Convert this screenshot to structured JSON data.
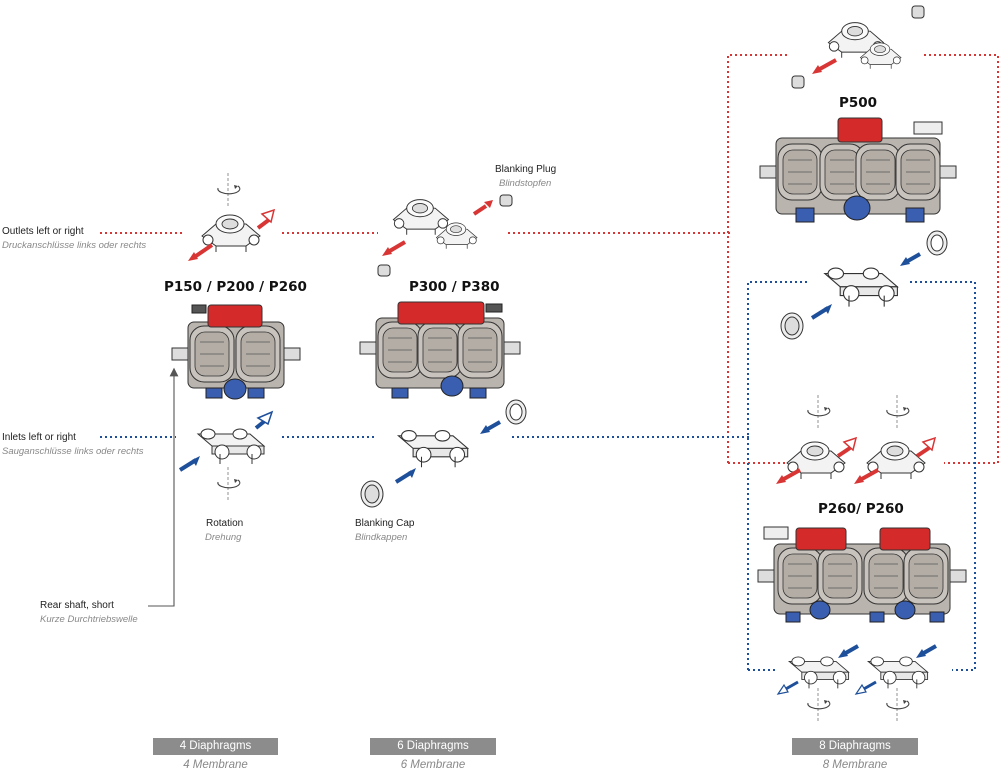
{
  "colors": {
    "outlet": "#d83535",
    "inlet": "#1e4f9a",
    "pump_red": "#d42a2a",
    "pump_blue": "#3a5fb0",
    "grey_body": "#c8c3bd",
    "badge": "#8c8c8c"
  },
  "icons": [
    "rotation-icon",
    "outlet-arrow-icon",
    "inlet-arrow-icon",
    "pump-illustration"
  ],
  "labels": {
    "outlets": {
      "en": "Outlets left or right",
      "de": "Druckanschlüsse links oder rechts"
    },
    "inlets": {
      "en": "Inlets left or right",
      "de": "Sauganschlüsse links oder rechts"
    },
    "rotation": {
      "en": "Rotation",
      "de": "Drehung"
    },
    "blanking_cap": {
      "en": "Blanking Cap",
      "de": "Blindkappen"
    },
    "blanking_plug": {
      "en": "Blanking Plug",
      "de": "Blindstopfen"
    },
    "rear_shaft": {
      "en": "Rear shaft, short",
      "de": "Kurze Durchtriebswelle"
    }
  },
  "models": {
    "p150": "P150 / P200 / P260",
    "p300": "P300 / P380",
    "p500": "P500",
    "p260x2": "P260/ P260"
  },
  "groups": [
    {
      "en": "4 Diaphragms",
      "de": "4 Membrane"
    },
    {
      "en": "6 Diaphragms",
      "de": "6 Membrane"
    },
    {
      "en": "8 Diaphragms",
      "de": "8 Membrane"
    }
  ]
}
